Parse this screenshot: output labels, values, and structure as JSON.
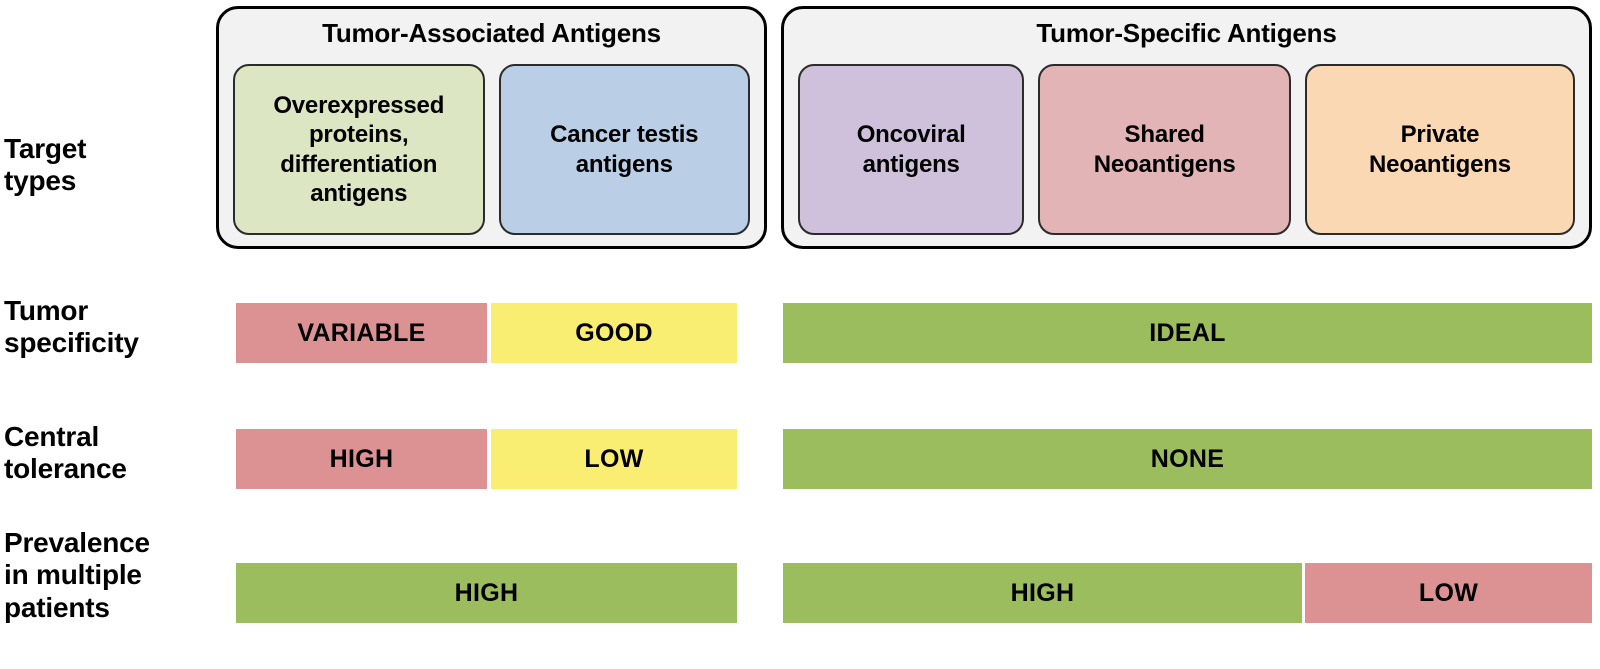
{
  "row_labels": {
    "target_types": "Target\ntypes",
    "tumor_specificity": "Tumor\nspecificity",
    "central_tolerance": "Central\ntolerance",
    "prevalence": "Prevalence\nin multiple\npatients"
  },
  "groups": [
    {
      "id": "tumor-associated-antigens",
      "title": "Tumor-Associated Antigens",
      "boxes": [
        {
          "id": "overexpressed-proteins",
          "label": "Overexpressed\nproteins,\ndifferentiation\nantigens",
          "color": "#dce6c3"
        },
        {
          "id": "cancer-testis-antigens",
          "label": "Cancer testis\nantigens",
          "color": "#bacfe6"
        }
      ]
    },
    {
      "id": "tumor-specific-antigens",
      "title": "Tumor-Specific Antigens",
      "boxes": [
        {
          "id": "oncoviral-antigens",
          "label": "Oncoviral\nantigens",
          "color": "#cfc0dc"
        },
        {
          "id": "shared-neoantigens",
          "label": "Shared\nNeoantigens",
          "color": "#e2b4b6"
        },
        {
          "id": "private-neoantigens",
          "label": "Private\nNeoantigens",
          "color": "#fbd8b4"
        }
      ]
    }
  ],
  "rows": {
    "tumor_specificity": [
      {
        "id": "spec-variable",
        "label": "VARIABLE",
        "rating": "red"
      },
      {
        "id": "spec-good",
        "label": "GOOD",
        "rating": "yellow"
      },
      {
        "id": "spec-ideal",
        "label": "IDEAL",
        "rating": "green"
      }
    ],
    "central_tolerance": [
      {
        "id": "central-high",
        "label": "HIGH",
        "rating": "red"
      },
      {
        "id": "central-low",
        "label": "LOW",
        "rating": "yellow"
      },
      {
        "id": "central-none",
        "label": "NONE",
        "rating": "green"
      }
    ],
    "prevalence": [
      {
        "id": "prev-taa-high",
        "label": "HIGH",
        "rating": "green"
      },
      {
        "id": "prev-tsa-high",
        "label": "HIGH",
        "rating": "green"
      },
      {
        "id": "prev-tsa-low",
        "label": "LOW",
        "rating": "red"
      }
    ]
  },
  "palette": {
    "rating_red": "#dc9293",
    "rating_yellow": "#f9ee72",
    "rating_green": "#9cbd5e",
    "group_background": "#f2f2f2",
    "group_border": "#000000",
    "text": "#000000"
  }
}
